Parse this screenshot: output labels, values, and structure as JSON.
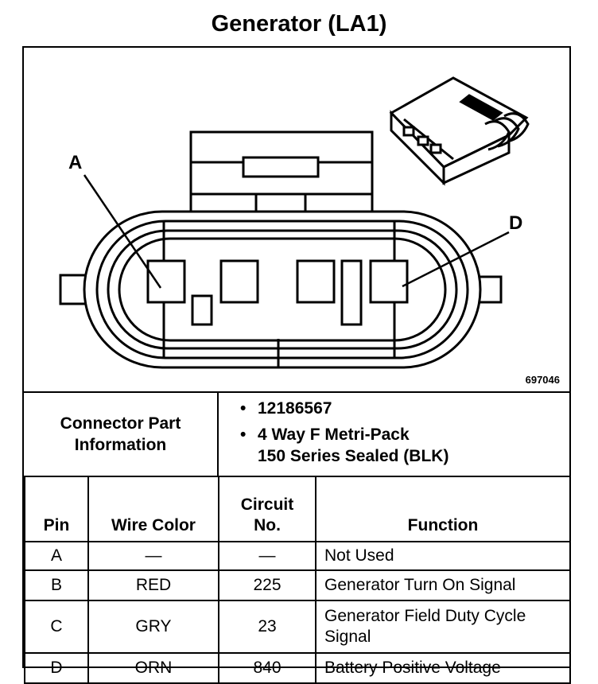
{
  "title": "Generator (LA1)",
  "diagram": {
    "callout_a": "A",
    "callout_d": "D",
    "figure_id": "697046"
  },
  "connector_info": {
    "label": "Connector Part Information",
    "items": [
      "12186567",
      "4 Way F Metri-Pack",
      "150 Series Sealed (BLK)"
    ]
  },
  "table": {
    "headers": [
      "Pin",
      "Wire Color",
      "Circuit No.",
      "Function"
    ],
    "rows": [
      {
        "pin": "A",
        "wire": "—",
        "circuit": "—",
        "function": "Not Used"
      },
      {
        "pin": "B",
        "wire": "RED",
        "circuit": "225",
        "function": "Generator Turn On Signal"
      },
      {
        "pin": "C",
        "wire": "GRY",
        "circuit": "23",
        "function": "Generator Field Duty Cycle Signal"
      },
      {
        "pin": "D",
        "wire": "ORN",
        "circuit": "840",
        "function": "Battery Positive Voltage"
      }
    ]
  }
}
